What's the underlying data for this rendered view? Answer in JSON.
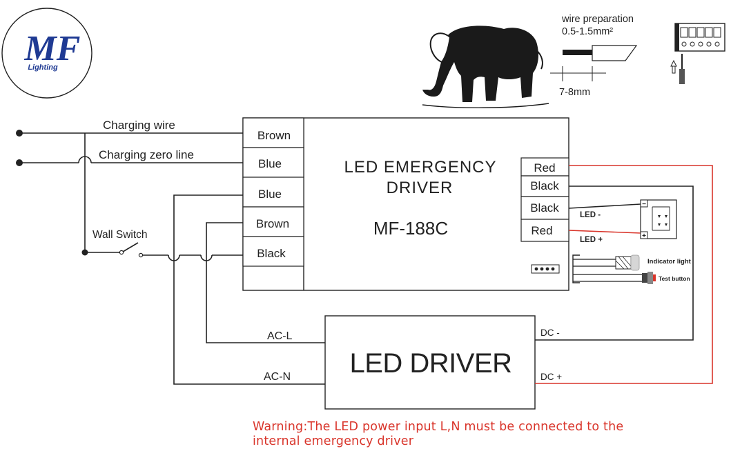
{
  "logo": {
    "main": "MF",
    "sub": "Lighting"
  },
  "wire_prep": {
    "title": "wire preparation",
    "spec": "0.5-1.5mm²",
    "strip": "7-8mm"
  },
  "emergency": {
    "title_1": "LED EMERGENCY",
    "title_2": "DRIVER",
    "model": "MF-188C"
  },
  "left_terminals": [
    "Brown",
    "Blue",
    "Blue",
    "Brown",
    "Black"
  ],
  "right_terminals": [
    "Red",
    "Black",
    "Black",
    "Red"
  ],
  "wire_labels": {
    "charging_wire": "Charging wire",
    "charging_zero": "Charging zero line",
    "wall_switch": "Wall Switch",
    "ac_l": "AC-L",
    "ac_n": "AC-N",
    "dc_minus": "DC  -",
    "dc_plus": "DC  +"
  },
  "led_labels": {
    "minus": "LED  -",
    "plus": "LED  +",
    "minus_symbol": "−",
    "plus_symbol": "+",
    "indicator": "Indicator light",
    "test": "Test button"
  },
  "led_driver": {
    "title": "LED DRIVER"
  },
  "warning": {
    "line1": "Warning:The LED power input L,N must be connected to the",
    "line2": "internal emergency driver"
  },
  "colors": {
    "line": "#222222",
    "red_wire": "#d9352b",
    "warning": "#d9352b",
    "logo_blue": "#1f3a93"
  },
  "icons": [
    "elephant-icon",
    "wire-strip-icon",
    "terminal-block-icon",
    "screwdriver-icon",
    "led-module-icon",
    "indicator-light-icon",
    "test-button-icon",
    "connector-icon"
  ]
}
